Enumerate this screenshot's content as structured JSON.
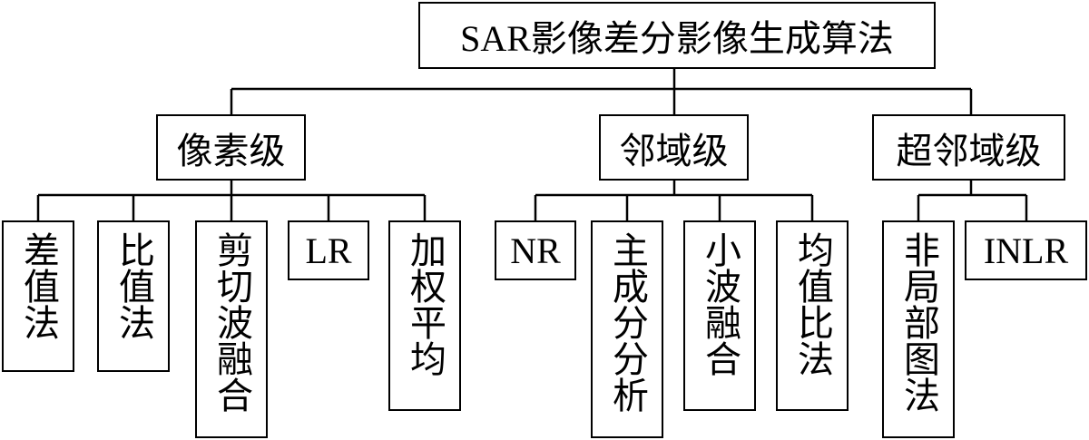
{
  "root": {
    "label": "SAR影像差分影像生成算法"
  },
  "level1": {
    "pixel": {
      "label": "像素级"
    },
    "neighborhood": {
      "label": "邻域级"
    },
    "super_neighborhood": {
      "label": "超邻域级"
    }
  },
  "pixel_methods": [
    {
      "label": "差值法"
    },
    {
      "label": "比值法"
    },
    {
      "label": "剪切波融合"
    },
    {
      "label": "LR"
    },
    {
      "label": "加权平均"
    }
  ],
  "neighborhood_methods": [
    {
      "label": "NR"
    },
    {
      "label": "主成分分析"
    },
    {
      "label": "小波融合"
    },
    {
      "label": "均值比法"
    }
  ],
  "super_neighborhood_methods": [
    {
      "label": "非局部图法"
    },
    {
      "label": "INLR"
    }
  ]
}
